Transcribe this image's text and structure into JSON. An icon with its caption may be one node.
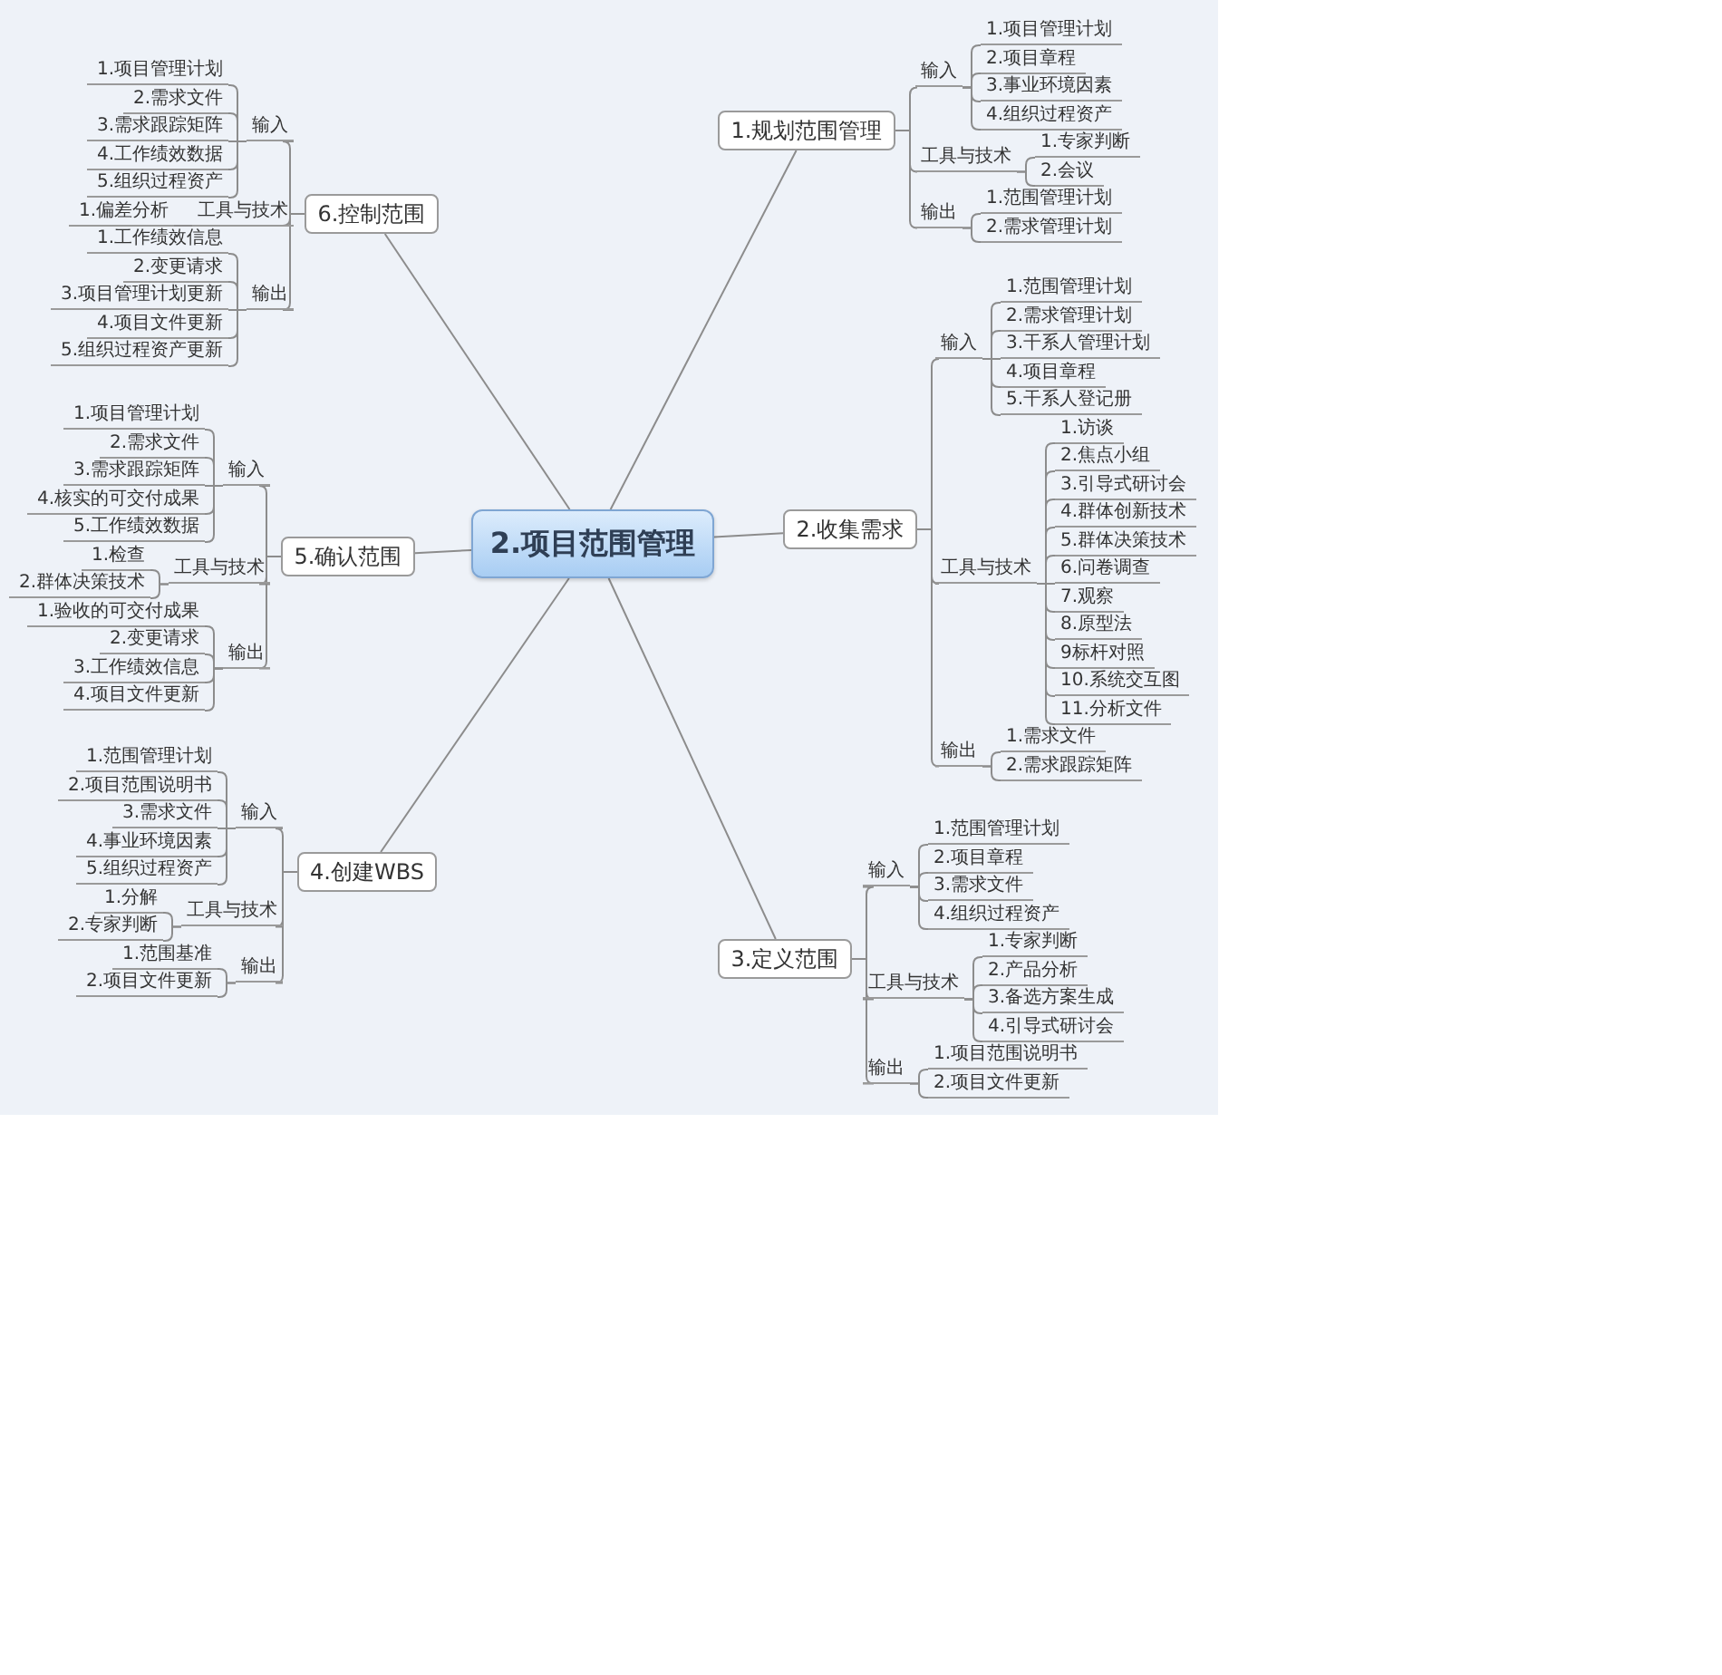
{
  "diagram": {
    "nodes": [
      {
        "text": [
          "2.项目范围管理"
        ]
      },
      {
        "text": [
          "1.规划范围管理"
        ]
      },
      {
        "text": [
          "输入"
        ]
      },
      {
        "text": [
          "1.项目管理计划"
        ]
      },
      {
        "text": [
          "2.项目章程"
        ]
      },
      {
        "text": [
          "3.事业环境因素"
        ]
      },
      {
        "text": [
          "4.组织过程资产"
        ]
      },
      {
        "text": [
          "工具与技术"
        ]
      },
      {
        "text": [
          "1.专家判断"
        ]
      },
      {
        "text": [
          "2.会议"
        ]
      },
      {
        "text": [
          "输出"
        ]
      },
      {
        "text": [
          "1.范围管理计划"
        ]
      },
      {
        "text": [
          "2.需求管理计划"
        ]
      },
      {
        "text": [
          "2.收集需求"
        ]
      },
      {
        "text": [
          "输入"
        ]
      },
      {
        "text": [
          "1.范围管理计划"
        ]
      },
      {
        "text": [
          "2.需求管理计划"
        ]
      },
      {
        "text": [
          "3.干系人管理计划"
        ]
      },
      {
        "text": [
          "4.项目章程"
        ]
      },
      {
        "text": [
          "5.干系人登记册"
        ]
      },
      {
        "text": [
          "工具与技术"
        ]
      },
      {
        "text": [
          "1.访谈"
        ]
      },
      {
        "text": [
          "2.焦点小组"
        ]
      },
      {
        "text": [
          "3.引导式研讨会"
        ]
      },
      {
        "text": [
          "4.群体创新技术"
        ]
      },
      {
        "text": [
          "5.群体决策技术"
        ]
      },
      {
        "text": [
          "6.问卷调查"
        ]
      },
      {
        "text": [
          "7.观察"
        ]
      },
      {
        "text": [
          "8.原型法"
        ]
      },
      {
        "text": [
          "9标杆对照"
        ]
      },
      {
        "text": [
          "10.系统交互图"
        ]
      },
      {
        "text": [
          "11.分析文件"
        ]
      },
      {
        "text": [
          "输出"
        ]
      },
      {
        "text": [
          "1.需求文件"
        ]
      },
      {
        "text": [
          "2.需求跟踪矩阵"
        ]
      },
      {
        "text": [
          "3.定义范围"
        ]
      },
      {
        "text": [
          "输入"
        ]
      },
      {
        "text": [
          "1.范围管理计划"
        ]
      },
      {
        "text": [
          "2.项目章程"
        ]
      },
      {
        "text": [
          "3.需求文件"
        ]
      },
      {
        "text": [
          "4.组织过程资产"
        ]
      },
      {
        "text": [
          "工具与技术"
        ]
      },
      {
        "text": [
          "1.专家判断"
        ]
      },
      {
        "text": [
          "2.产品分析"
        ]
      },
      {
        "text": [
          "3.备选方案生成"
        ]
      },
      {
        "text": [
          "4.引导式研讨会"
        ]
      },
      {
        "text": [
          "输出"
        ]
      },
      {
        "text": [
          "1.项目范围说明书"
        ]
      },
      {
        "text": [
          "2.项目文件更新"
        ]
      },
      {
        "text": [
          "4.创建WBS"
        ]
      },
      {
        "text": [
          "输入"
        ]
      },
      {
        "text": [
          "1.范围管理计划"
        ]
      },
      {
        "text": [
          "2.项目范围说明书"
        ]
      },
      {
        "text": [
          "3.需求文件"
        ]
      },
      {
        "text": [
          "4.事业环境因素"
        ]
      },
      {
        "text": [
          "5.组织过程资产"
        ]
      },
      {
        "text": [
          "工具与技术"
        ]
      },
      {
        "text": [
          "1.分解"
        ]
      },
      {
        "text": [
          "2.专家判断"
        ]
      },
      {
        "text": [
          "输出"
        ]
      },
      {
        "text": [
          "1.范围基准"
        ]
      },
      {
        "text": [
          "2.项目文件更新"
        ]
      },
      {
        "text": [
          "5.确认范围"
        ]
      },
      {
        "text": [
          "输入"
        ]
      },
      {
        "text": [
          "1.项目管理计划"
        ]
      },
      {
        "text": [
          "2.需求文件"
        ]
      },
      {
        "text": [
          "3.需求跟踪矩阵"
        ]
      },
      {
        "text": [
          "4.核实的可交付成果"
        ]
      },
      {
        "text": [
          "5.工作绩效数据"
        ]
      },
      {
        "text": [
          "工具与技术"
        ]
      },
      {
        "text": [
          "1.检查"
        ]
      },
      {
        "text": [
          "2.群体决策技术"
        ]
      },
      {
        "text": [
          "输出"
        ]
      },
      {
        "text": [
          "1.验收的可交付成果"
        ]
      },
      {
        "text": [
          "2.变更请求"
        ]
      },
      {
        "text": [
          "3.工作绩效信息"
        ]
      },
      {
        "text": [
          "4.项目文件更新"
        ]
      },
      {
        "text": [
          "6.控制范围"
        ]
      },
      {
        "text": [
          "输入"
        ]
      },
      {
        "text": [
          "1.项目管理计划"
        ]
      },
      {
        "text": [
          "2.需求文件"
        ]
      },
      {
        "text": [
          "3.需求跟踪矩阵"
        ]
      },
      {
        "text": [
          "4.工作绩效数据"
        ]
      },
      {
        "text": [
          "5.组织过程资产"
        ]
      },
      {
        "text": [
          "工具与技术"
        ]
      },
      {
        "text": [
          "1.偏差分析"
        ]
      },
      {
        "text": [
          "输出"
        ]
      },
      {
        "text": [
          "1.工作绩效信息"
        ]
      },
      {
        "text": [
          "2.变更请求"
        ]
      },
      {
        "text": [
          "3.项目管理计划更新"
        ]
      },
      {
        "text": [
          "4.项目文件更新"
        ]
      },
      {
        "text": [
          "5.组织过程资产更新"
        ]
      }
    ],
    "edges": [
      {
        "from": 0,
        "to": 1,
        "arrow": "none"
      },
      {
        "from": 0,
        "to": 13,
        "arrow": "none"
      },
      {
        "from": 0,
        "to": 35,
        "arrow": "none"
      },
      {
        "from": 0,
        "to": 49,
        "arrow": "none"
      },
      {
        "from": 0,
        "to": 62,
        "arrow": "none"
      },
      {
        "from": 0,
        "to": 77,
        "arrow": "none"
      },
      {
        "from": 1,
        "to": 2,
        "arrow": "none"
      },
      {
        "from": 2,
        "to": 3,
        "arrow": "none"
      },
      {
        "from": 2,
        "to": 4,
        "arrow": "none"
      },
      {
        "from": 2,
        "to": 5,
        "arrow": "none"
      },
      {
        "from": 2,
        "to": 6,
        "arrow": "none"
      },
      {
        "from": 1,
        "to": 7,
        "arrow": "none"
      },
      {
        "from": 7,
        "to": 8,
        "arrow": "none"
      },
      {
        "from": 7,
        "to": 9,
        "arrow": "none"
      },
      {
        "from": 1,
        "to": 10,
        "arrow": "none"
      },
      {
        "from": 10,
        "to": 11,
        "arrow": "none"
      },
      {
        "from": 10,
        "to": 12,
        "arrow": "none"
      },
      {
        "from": 13,
        "to": 14,
        "arrow": "none"
      },
      {
        "from": 14,
        "to": 15,
        "arrow": "none"
      },
      {
        "from": 14,
        "to": 16,
        "arrow": "none"
      },
      {
        "from": 14,
        "to": 17,
        "arrow": "none"
      },
      {
        "from": 14,
        "to": 18,
        "arrow": "none"
      },
      {
        "from": 14,
        "to": 19,
        "arrow": "none"
      },
      {
        "from": 13,
        "to": 20,
        "arrow": "none"
      },
      {
        "from": 20,
        "to": 21,
        "arrow": "none"
      },
      {
        "from": 20,
        "to": 22,
        "arrow": "none"
      },
      {
        "from": 20,
        "to": 23,
        "arrow": "none"
      },
      {
        "from": 20,
        "to": 24,
        "arrow": "none"
      },
      {
        "from": 20,
        "to": 25,
        "arrow": "none"
      },
      {
        "from": 20,
        "to": 26,
        "arrow": "none"
      },
      {
        "from": 20,
        "to": 27,
        "arrow": "none"
      },
      {
        "from": 20,
        "to": 28,
        "arrow": "none"
      },
      {
        "from": 20,
        "to": 29,
        "arrow": "none"
      },
      {
        "from": 20,
        "to": 30,
        "arrow": "none"
      },
      {
        "from": 20,
        "to": 31,
        "arrow": "none"
      },
      {
        "from": 13,
        "to": 32,
        "arrow": "none"
      },
      {
        "from": 32,
        "to": 33,
        "arrow": "none"
      },
      {
        "from": 32,
        "to": 34,
        "arrow": "none"
      },
      {
        "from": 35,
        "to": 36,
        "arrow": "none"
      },
      {
        "from": 36,
        "to": 37,
        "arrow": "none"
      },
      {
        "from": 36,
        "to": 38,
        "arrow": "none"
      },
      {
        "from": 36,
        "to": 39,
        "arrow": "none"
      },
      {
        "from": 36,
        "to": 40,
        "arrow": "none"
      },
      {
        "from": 35,
        "to": 41,
        "arrow": "none"
      },
      {
        "from": 41,
        "to": 42,
        "arrow": "none"
      },
      {
        "from": 41,
        "to": 43,
        "arrow": "none"
      },
      {
        "from": 41,
        "to": 44,
        "arrow": "none"
      },
      {
        "from": 41,
        "to": 45,
        "arrow": "none"
      },
      {
        "from": 35,
        "to": 46,
        "arrow": "none"
      },
      {
        "from": 46,
        "to": 47,
        "arrow": "none"
      },
      {
        "from": 46,
        "to": 48,
        "arrow": "none"
      },
      {
        "from": 49,
        "to": 50,
        "arrow": "none"
      },
      {
        "from": 50,
        "to": 51,
        "arrow": "none"
      },
      {
        "from": 50,
        "to": 52,
        "arrow": "none"
      },
      {
        "from": 50,
        "to": 53,
        "arrow": "none"
      },
      {
        "from": 50,
        "to": 54,
        "arrow": "none"
      },
      {
        "from": 50,
        "to": 55,
        "arrow": "none"
      },
      {
        "from": 49,
        "to": 56,
        "arrow": "none"
      },
      {
        "from": 56,
        "to": 57,
        "arrow": "none"
      },
      {
        "from": 56,
        "to": 58,
        "arrow": "none"
      },
      {
        "from": 49,
        "to": 59,
        "arrow": "none"
      },
      {
        "from": 59,
        "to": 60,
        "arrow": "none"
      },
      {
        "from": 59,
        "to": 61,
        "arrow": "none"
      },
      {
        "from": 62,
        "to": 63,
        "arrow": "none"
      },
      {
        "from": 63,
        "to": 64,
        "arrow": "none"
      },
      {
        "from": 63,
        "to": 65,
        "arrow": "none"
      },
      {
        "from": 63,
        "to": 66,
        "arrow": "none"
      },
      {
        "from": 63,
        "to": 67,
        "arrow": "none"
      },
      {
        "from": 63,
        "to": 68,
        "arrow": "none"
      },
      {
        "from": 62,
        "to": 69,
        "arrow": "none"
      },
      {
        "from": 69,
        "to": 70,
        "arrow": "none"
      },
      {
        "from": 69,
        "to": 71,
        "arrow": "none"
      },
      {
        "from": 62,
        "to": 72,
        "arrow": "none"
      },
      {
        "from": 72,
        "to": 73,
        "arrow": "none"
      },
      {
        "from": 72,
        "to": 74,
        "arrow": "none"
      },
      {
        "from": 72,
        "to": 75,
        "arrow": "none"
      },
      {
        "from": 72,
        "to": 76,
        "arrow": "none"
      },
      {
        "from": 77,
        "to": 78,
        "arrow": "none"
      },
      {
        "from": 78,
        "to": 79,
        "arrow": "none"
      },
      {
        "from": 78,
        "to": 80,
        "arrow": "none"
      },
      {
        "from": 78,
        "to": 81,
        "arrow": "none"
      },
      {
        "from": 78,
        "to": 82,
        "arrow": "none"
      },
      {
        "from": 78,
        "to": 83,
        "arrow": "none"
      },
      {
        "from": 77,
        "to": 84,
        "arrow": "none"
      },
      {
        "from": 84,
        "to": 85,
        "arrow": "none"
      },
      {
        "from": 77,
        "to": 86,
        "arrow": "none"
      },
      {
        "from": 86,
        "to": 87,
        "arrow": "none"
      },
      {
        "from": 86,
        "to": 88,
        "arrow": "none"
      },
      {
        "from": 86,
        "to": 89,
        "arrow": "none"
      },
      {
        "from": 86,
        "to": 90,
        "arrow": "none"
      },
      {
        "from": 86,
        "to": 91,
        "arrow": "none"
      }
    ]
  }
}
